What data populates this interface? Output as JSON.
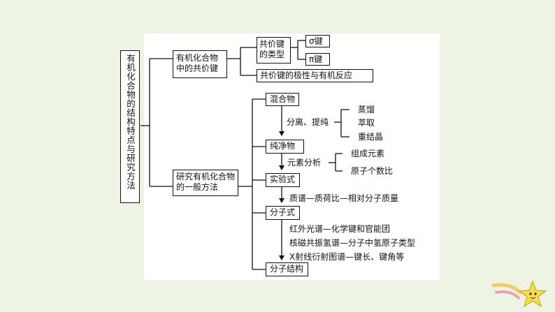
{
  "title": "有机化合物的结构特点与研究方法",
  "branch1": {
    "label": "有机化合物中的共价键",
    "types_label": "共价键的类型",
    "sigma": "σ键",
    "pi": "π键",
    "polarity": "共价键的极性与有机反应"
  },
  "branch2": {
    "label": "研究有机化合物的一般方法",
    "mixture": "混合物",
    "separation": "分离、提纯",
    "methods": [
      "蒸馏",
      "萃取",
      "重结晶"
    ],
    "pure": "纯净物",
    "element_analysis": "元素分析",
    "element_results": [
      "组成元素",
      "原子个数比"
    ],
    "empirical": "实验式",
    "mass_spec": "质谱—质荷比—相对分子质量",
    "molecular": "分子式",
    "spectra": [
      "红外光谱—化学键和官能团",
      "核磁共振氢谱—分子中氢原子类型",
      "X射线衍射图谱—键长、键角等"
    ],
    "structure": "分子结构"
  },
  "colors": {
    "background": "#eef4e4",
    "panel": "#ffffff",
    "line": "#111111",
    "star": "#f7dd4a"
  },
  "decoration_icon": "shooting-star-icon"
}
